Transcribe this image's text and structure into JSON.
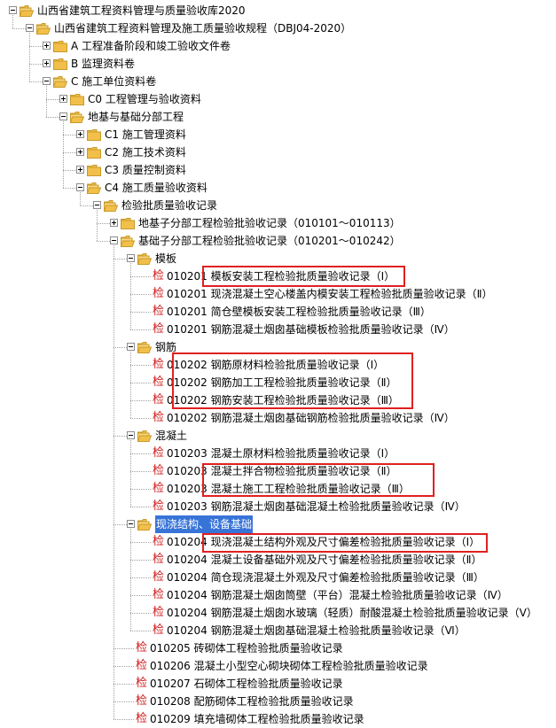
{
  "tree": [
    {
      "level": 0,
      "type": "folder",
      "state": "open",
      "label": "山西省建筑工程资料管理与质量验收库2020"
    },
    {
      "level": 1,
      "type": "folder",
      "state": "open",
      "label": "山西省建筑工程资料管理及施工质量验收规程（DBJ04-2020）"
    },
    {
      "level": 2,
      "type": "folder",
      "state": "closed",
      "label": "A 工程准备阶段和竣工验收文件卷"
    },
    {
      "level": 2,
      "type": "folder",
      "state": "closed",
      "label": "B 监理资料卷"
    },
    {
      "level": 2,
      "type": "folder",
      "state": "open",
      "label": "C 施工单位资料卷"
    },
    {
      "level": 3,
      "type": "folder",
      "state": "closed",
      "label": "C0 工程管理与验收资料"
    },
    {
      "level": 3,
      "type": "folder",
      "state": "open",
      "label": "地基与基础分部工程"
    },
    {
      "level": 4,
      "type": "folder",
      "state": "closed",
      "label": "C1 施工管理资料"
    },
    {
      "level": 4,
      "type": "folder",
      "state": "closed",
      "label": "C2 施工技术资料"
    },
    {
      "level": 4,
      "type": "folder",
      "state": "closed",
      "label": "C3 质量控制资料"
    },
    {
      "level": 4,
      "type": "folder",
      "state": "open",
      "label": "C4 施工质量验收资料"
    },
    {
      "level": 5,
      "type": "folder",
      "state": "open",
      "label": "检验批质量验收记录"
    },
    {
      "level": 6,
      "type": "folder",
      "state": "closed",
      "label": "地基子分部工程检验批验收记录（010101～010113）"
    },
    {
      "level": 6,
      "type": "folder",
      "state": "open",
      "label": "基础子分部工程检验批验收记录（010201～010242）"
    },
    {
      "level": 7,
      "type": "folder",
      "state": "open",
      "label": "模板"
    },
    {
      "level": 8,
      "type": "doc",
      "label": "010201 模板安装工程检验批质量验收记录（Ⅰ）"
    },
    {
      "level": 8,
      "type": "doc",
      "label": "010201 现浇混凝土空心楼盖内模安装工程检验批质量验收记录（Ⅱ）"
    },
    {
      "level": 8,
      "type": "doc",
      "label": "010201 简仓壁模板安装工程检验批质量验收记录（Ⅲ）"
    },
    {
      "level": 8,
      "type": "doc",
      "label": "010201 钢筋混凝土烟囱基础模板检验批质量验收记录（Ⅳ）"
    },
    {
      "level": 7,
      "type": "folder",
      "state": "open",
      "label": "钢筋"
    },
    {
      "level": 8,
      "type": "doc",
      "label": "010202 钢筋原材料检验批质量验收记录（Ⅰ）"
    },
    {
      "level": 8,
      "type": "doc",
      "label": "010202 钢筋加工工程检验批质量验收记录（Ⅱ）"
    },
    {
      "level": 8,
      "type": "doc",
      "label": "010202 钢筋安装工程检验批质量验收记录（Ⅲ）"
    },
    {
      "level": 8,
      "type": "doc",
      "label": "010202 钢筋混凝土烟囱基础钢筋检验批质量验收记录（Ⅳ）"
    },
    {
      "level": 7,
      "type": "folder",
      "state": "open",
      "label": "混凝土"
    },
    {
      "level": 8,
      "type": "doc",
      "label": "010203 混凝土原材料检验批质量验收记录（Ⅰ）"
    },
    {
      "level": 8,
      "type": "doc",
      "label": "010203 混凝土拌合物检验批质量验收记录（Ⅱ）"
    },
    {
      "level": 8,
      "type": "doc",
      "label": "010203 混凝土施工工程检验批质量验收记录（Ⅲ）"
    },
    {
      "level": 8,
      "type": "doc",
      "label": "010203 钢筋混凝土烟囱基础混凝土检验批质量验收记录（Ⅳ）"
    },
    {
      "level": 7,
      "type": "folder",
      "state": "open",
      "selected": true,
      "label": "现浇结构、设备基础"
    },
    {
      "level": 8,
      "type": "doc",
      "label": "010204 现浇混凝土结构外观及尺寸偏差检验批质量验收记录（Ⅰ）"
    },
    {
      "level": 8,
      "type": "doc",
      "label": "010204 混凝土设备基础外观及尺寸偏差检验批质量验收记录（Ⅱ）"
    },
    {
      "level": 8,
      "type": "doc",
      "label": "010204 简仓现浇混凝土外观及尺寸偏差检验批质量验收记录（Ⅲ）"
    },
    {
      "level": 8,
      "type": "doc",
      "label": "010204 钢筋混凝土烟囱筒壁（平台）混凝土检验批质量验收记录（Ⅳ）"
    },
    {
      "level": 8,
      "type": "doc",
      "label": "010204 钢筋混凝土烟囱水玻璃（轻质）耐酸混凝土检验批质量验收记录（Ⅴ）"
    },
    {
      "level": 8,
      "type": "doc",
      "label": "010204 钢筋混凝土烟囱基础混凝土检验批质量验收记录（Ⅵ）"
    },
    {
      "level": 7,
      "type": "doc",
      "label": "010205 砖砌体工程检验批质量验收记录"
    },
    {
      "level": 7,
      "type": "doc",
      "label": "010206 混凝土小型空心砌块砌体工程检验批质量验收记录"
    },
    {
      "level": 7,
      "type": "doc",
      "label": "010207 石砌体工程检验批质量验收记录"
    },
    {
      "level": 7,
      "type": "doc",
      "label": "010208 配筋砌体工程检验批质量验收记录"
    },
    {
      "level": 7,
      "type": "doc",
      "label": "010209 填充墙砌体工程检验批质量验收记录"
    }
  ],
  "doc_icon_glyph": "检",
  "colors": {
    "folder_fill": "#f2c04a",
    "folder_edge": "#c89a2a",
    "doc_icon": "#d01818",
    "selection": "#3874d8",
    "highlight_box": "#e02020"
  }
}
